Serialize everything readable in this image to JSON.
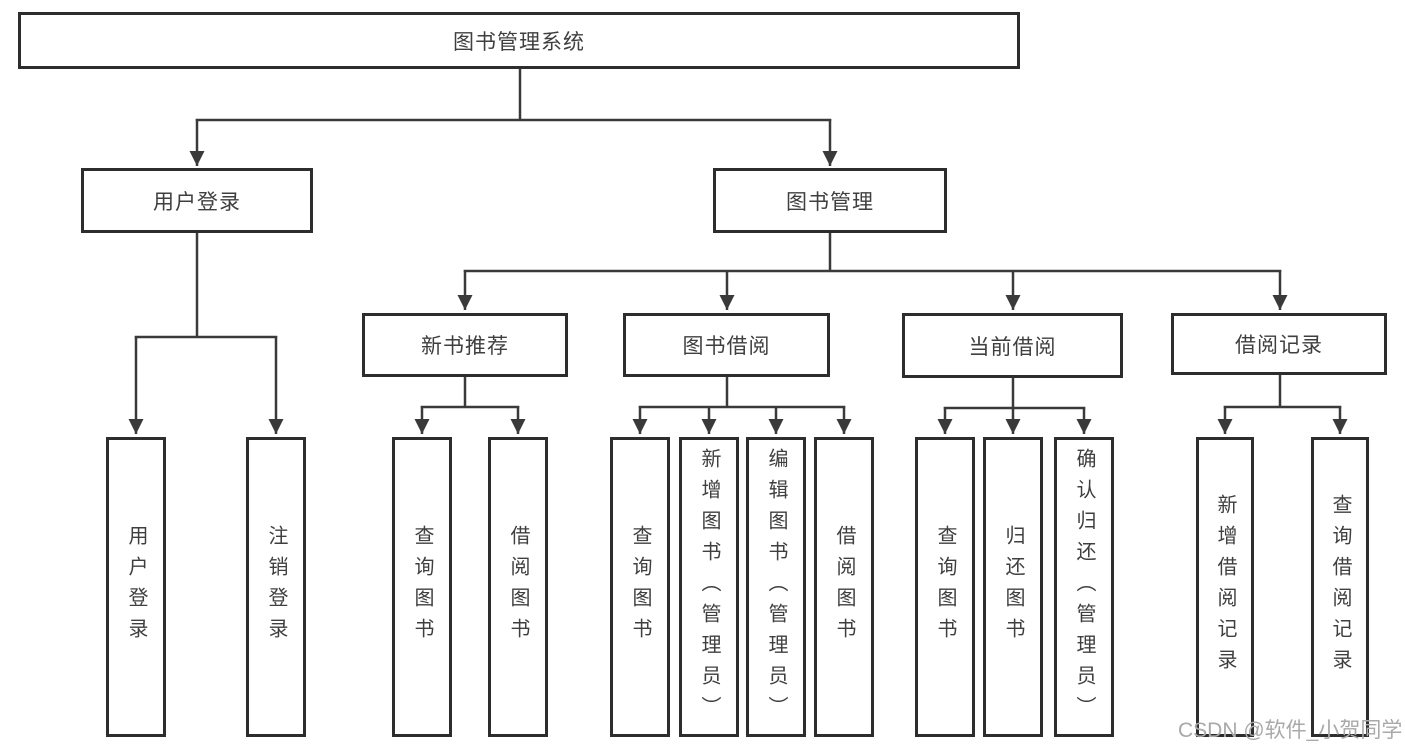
{
  "colors": {
    "line": "#3a3a3a",
    "box_border": "#2d2d2d",
    "text": "#3f3f3f",
    "watermark": "#a9a9a9",
    "background": "#ffffff"
  },
  "tree": {
    "root": {
      "label": "图书管理系统"
    },
    "user_login": {
      "label": "用户登录",
      "children": {
        "login": {
          "label": "用户登录"
        },
        "logout": {
          "label": "注销登录"
        }
      }
    },
    "book_mgmt": {
      "label": "图书管理",
      "children": {
        "new_book_rec": {
          "label": "新书推荐",
          "children": {
            "query_books": {
              "label": "查询图书"
            },
            "borrow_books": {
              "label": "借阅图书"
            }
          }
        },
        "book_borrow": {
          "label": "图书借阅",
          "children": {
            "query_books": {
              "label": "查询图书"
            },
            "add_books": {
              "label": "新增图书（管理员）"
            },
            "edit_books": {
              "label": "编辑图书（管理员）"
            },
            "borrow_books": {
              "label": "借阅图书"
            }
          }
        },
        "current_borrow": {
          "label": "当前借阅",
          "children": {
            "query_books": {
              "label": "查询图书"
            },
            "return_books": {
              "label": "归还图书"
            },
            "confirm_return": {
              "label": "确认归还（管理员）"
            }
          }
        },
        "borrow_record": {
          "label": "借阅记录",
          "children": {
            "add_record": {
              "label": "新增借阅记录"
            },
            "query_record": {
              "label": "查询借阅记录"
            }
          }
        }
      }
    }
  },
  "watermark": {
    "text": "CSDN @软件_小贺同学"
  }
}
